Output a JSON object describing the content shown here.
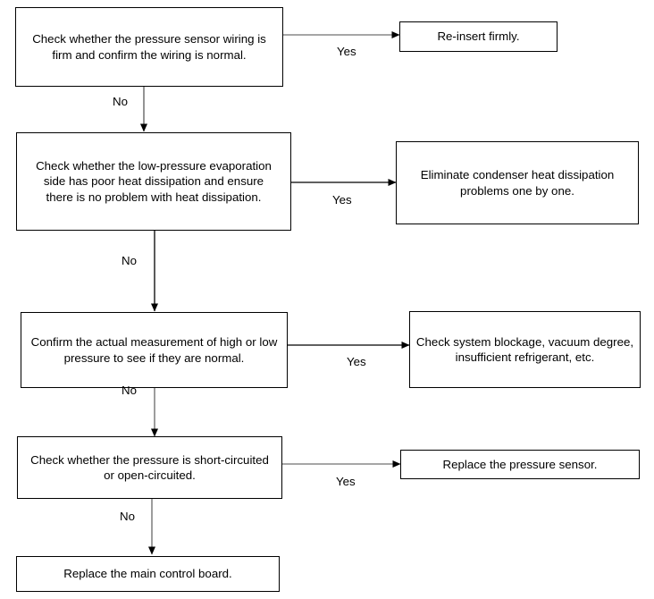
{
  "diagram": {
    "title": "Pressure sensor fault troubleshooting flowchart",
    "line_color": "#000000",
    "box_fill": "#ffffff",
    "text_color": "#000000"
  },
  "nodes": {
    "check_wiring": "Check whether the pressure sensor wiring is firm and confirm the wiring is normal.",
    "reinsert_firmly": "Re-insert firmly.",
    "check_low_pressure_evaporation": "Check whether the low-pressure evaporation side has poor heat dissipation and ensure there is no problem with heat dissipation.",
    "eliminate_condenser": "Eliminate condenser heat dissipation problems one by one.",
    "confirm_measurement": "Confirm the actual measurement of high or low pressure to see if they are normal.",
    "check_blockage": "Check system blockage, vacuum degree, insufficient refrigerant, etc.",
    "check_short_open": "Check whether the pressure is short-circuited or open-circuited.",
    "replace_sensor": "Replace the pressure sensor.",
    "replace_main_board": "Replace the main control board."
  },
  "edge_labels": {
    "yes_1": "Yes",
    "no_1": "No",
    "yes_2": "Yes",
    "no_2": "No",
    "yes_3": "Yes",
    "no_3": "No",
    "yes_4": "Yes",
    "no_4": "No"
  }
}
